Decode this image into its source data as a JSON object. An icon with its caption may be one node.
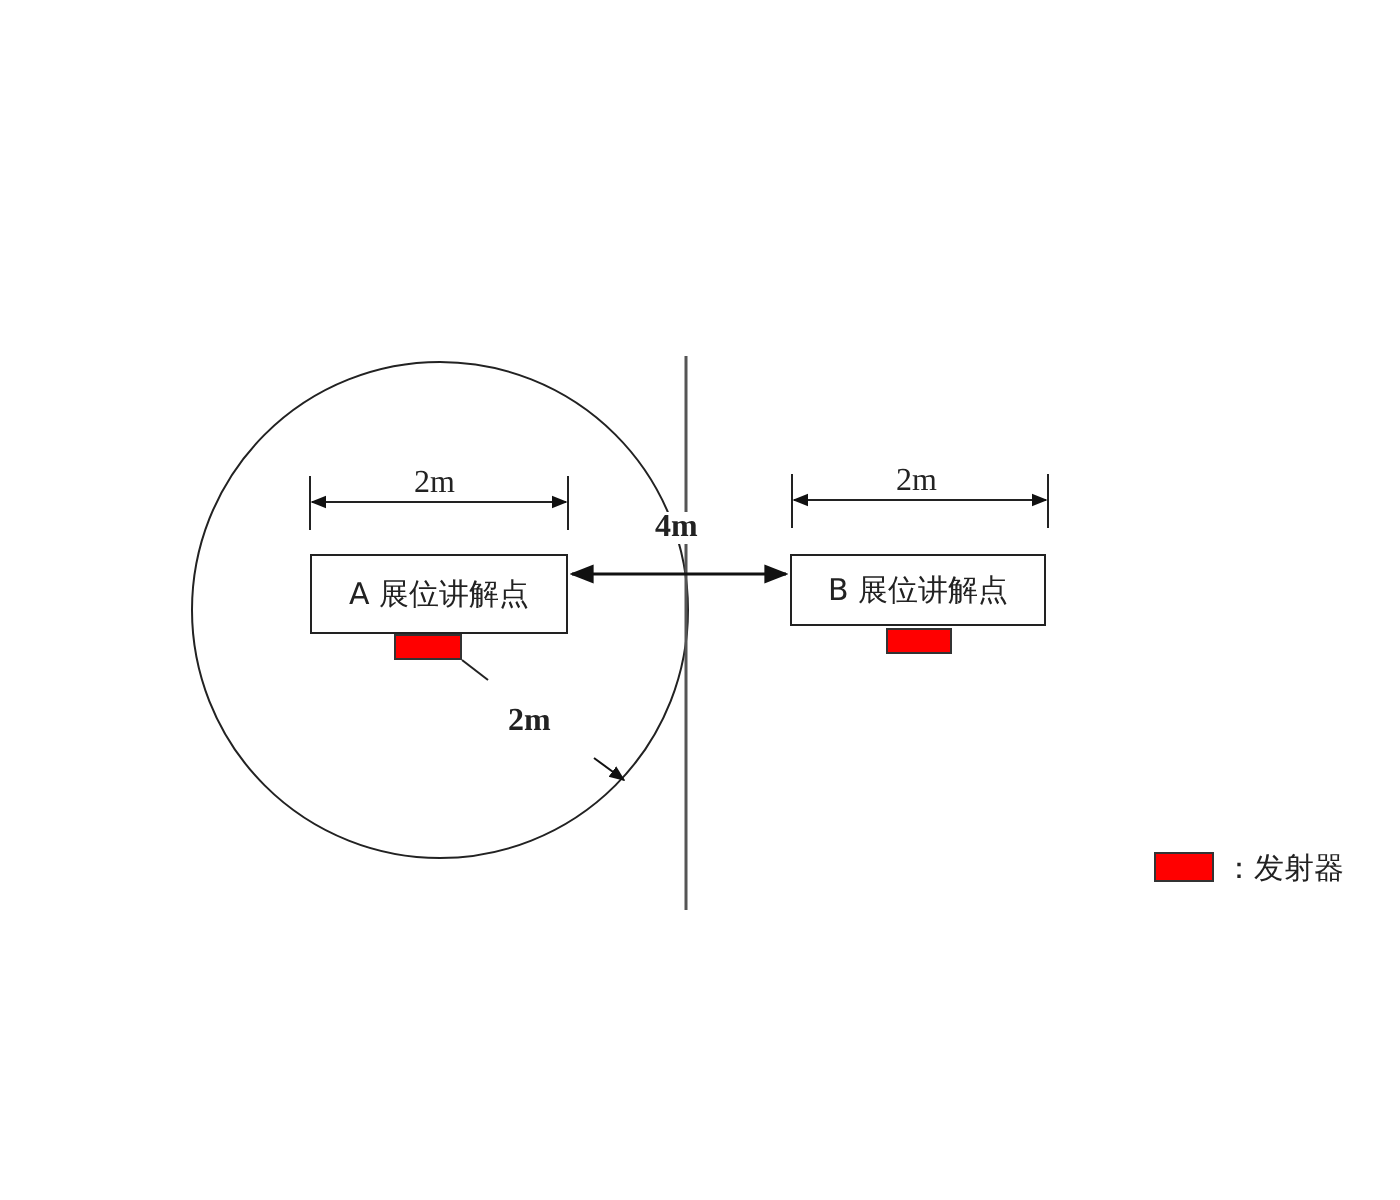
{
  "diagram": {
    "nodes": [
      {
        "text": [
          "A 展位讲解点"
        ]
      },
      {
        "text": [
          "B 展位讲解点"
        ]
      }
    ],
    "edges": [
      {
        "from": 0,
        "to": 1,
        "arrow": "both",
        "label": "4m"
      }
    ],
    "labels": [
      "2m",
      "2m",
      "2m"
    ],
    "legend": [
      {
        "text": "：发射器",
        "color": "#ff0000"
      }
    ]
  }
}
